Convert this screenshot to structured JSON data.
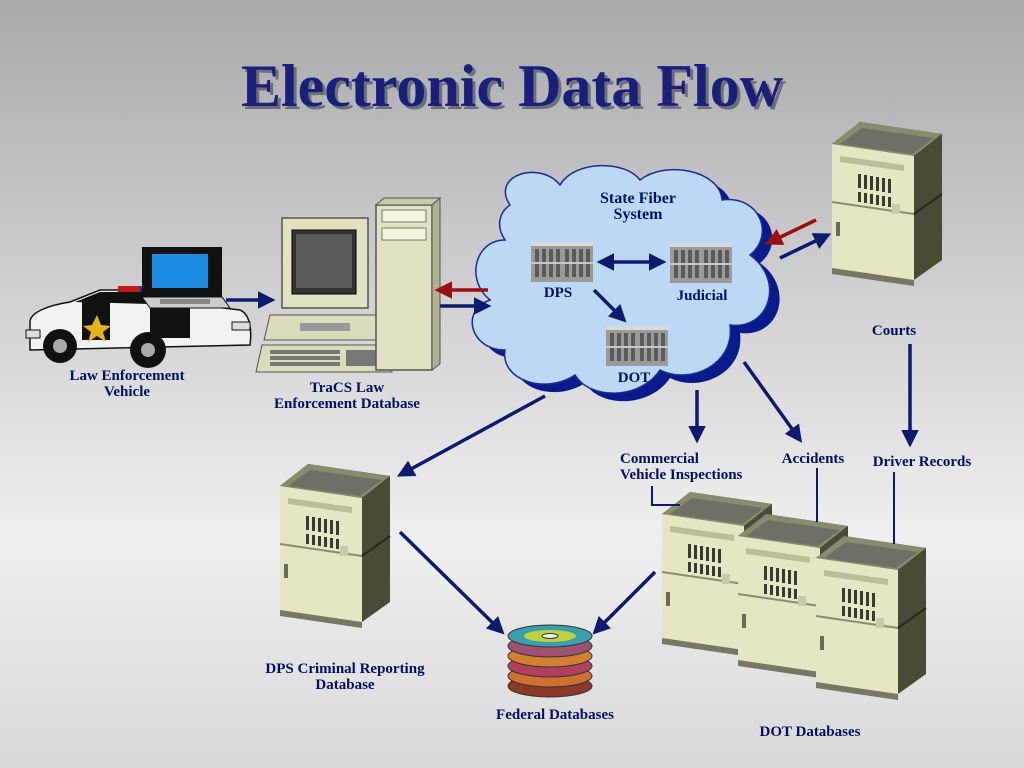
{
  "title": "Electronic Data Flow",
  "labels": {
    "vehicle": "Law Enforcement\nVehicle",
    "tracs": "TraCS Law\nEnforcement Database",
    "cloud": "State Fiber\nSystem",
    "dps": "DPS",
    "judicial": "Judicial",
    "dot": "DOT",
    "courts": "Courts",
    "commercial": "Commercial\nVehicle Inspections",
    "accidents": "Accidents",
    "driver_records": "Driver Records",
    "dps_criminal": "DPS Criminal Reporting\nDatabase",
    "federal": "Federal Databases",
    "dot_databases": "DOT Databases"
  },
  "colors": {
    "title": "#1a1f7a",
    "arrow_blue": "#0d1a6e",
    "arrow_red": "#9a1010",
    "server_beige": "#e6e6c4",
    "server_dark": "#4a4a35",
    "cloud_fill": "#bcd8f5",
    "cloud_shadow": "#0a1a8a"
  },
  "icons": {
    "vehicle": "police-car-icon",
    "laptop": "laptop-icon",
    "workstation": "desktop-computer-icon",
    "server": "server-tower-icon",
    "rack": "server-rack-icon",
    "disks": "cd-stack-icon",
    "cloud": "cloud-icon"
  }
}
